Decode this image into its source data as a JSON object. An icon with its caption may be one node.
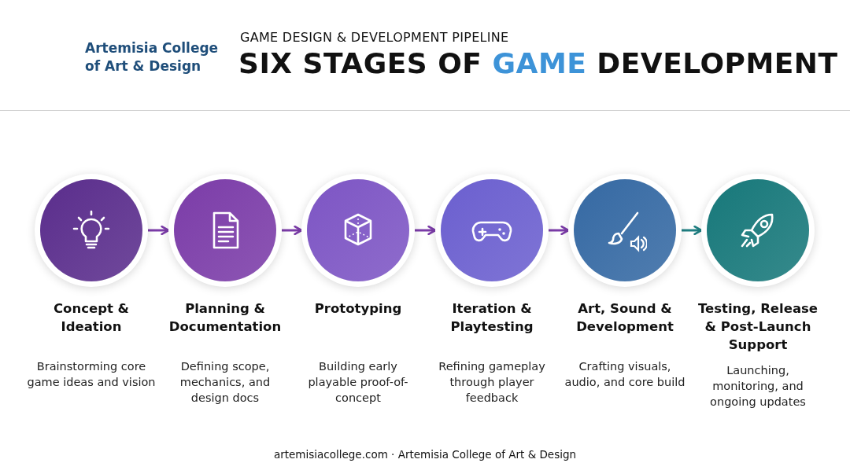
{
  "diagram": {
    "title": "SIX STAGES OF **GAME** DEVELOPMENT",
    "nodes": [
      {
        "text": [
          "Concept & Ideation",
          "Brainstorming core game ideas and vision"
        ]
      },
      {
        "text": [
          "Planning & Documentation",
          "Defining scope, mechanics, and design docs"
        ]
      },
      {
        "text": [
          "Prototyping",
          "Building early playable proof-of-concept"
        ]
      },
      {
        "text": [
          "Iteration & Playtesting",
          "Refining gameplay through player feedback"
        ]
      },
      {
        "text": [
          "Art, Sound & Development",
          "Crafting visuals, audio, and core build"
        ]
      },
      {
        "text": [
          "Testing, Release & Post-Launch Support",
          "Launching, monitoring, and ongoing updates"
        ]
      }
    ],
    "edges": [
      {
        "from": 0,
        "to": 1,
        "arrow": "to"
      },
      {
        "from": 1,
        "to": 2,
        "arrow": "to"
      },
      {
        "from": 2,
        "to": 3,
        "arrow": "to"
      },
      {
        "from": 3,
        "to": 4,
        "arrow": "to"
      },
      {
        "from": 4,
        "to": 5,
        "arrow": "to",
        "color": "#1f7f82"
      }
    ],
    "labels": [
      "Artemisia College of Art & Design",
      "GAME DESIGN & DEVELOPMENT PIPELINE",
      "artemisiacollege.com · Artemisia College of Art & Design"
    ]
  }
}
